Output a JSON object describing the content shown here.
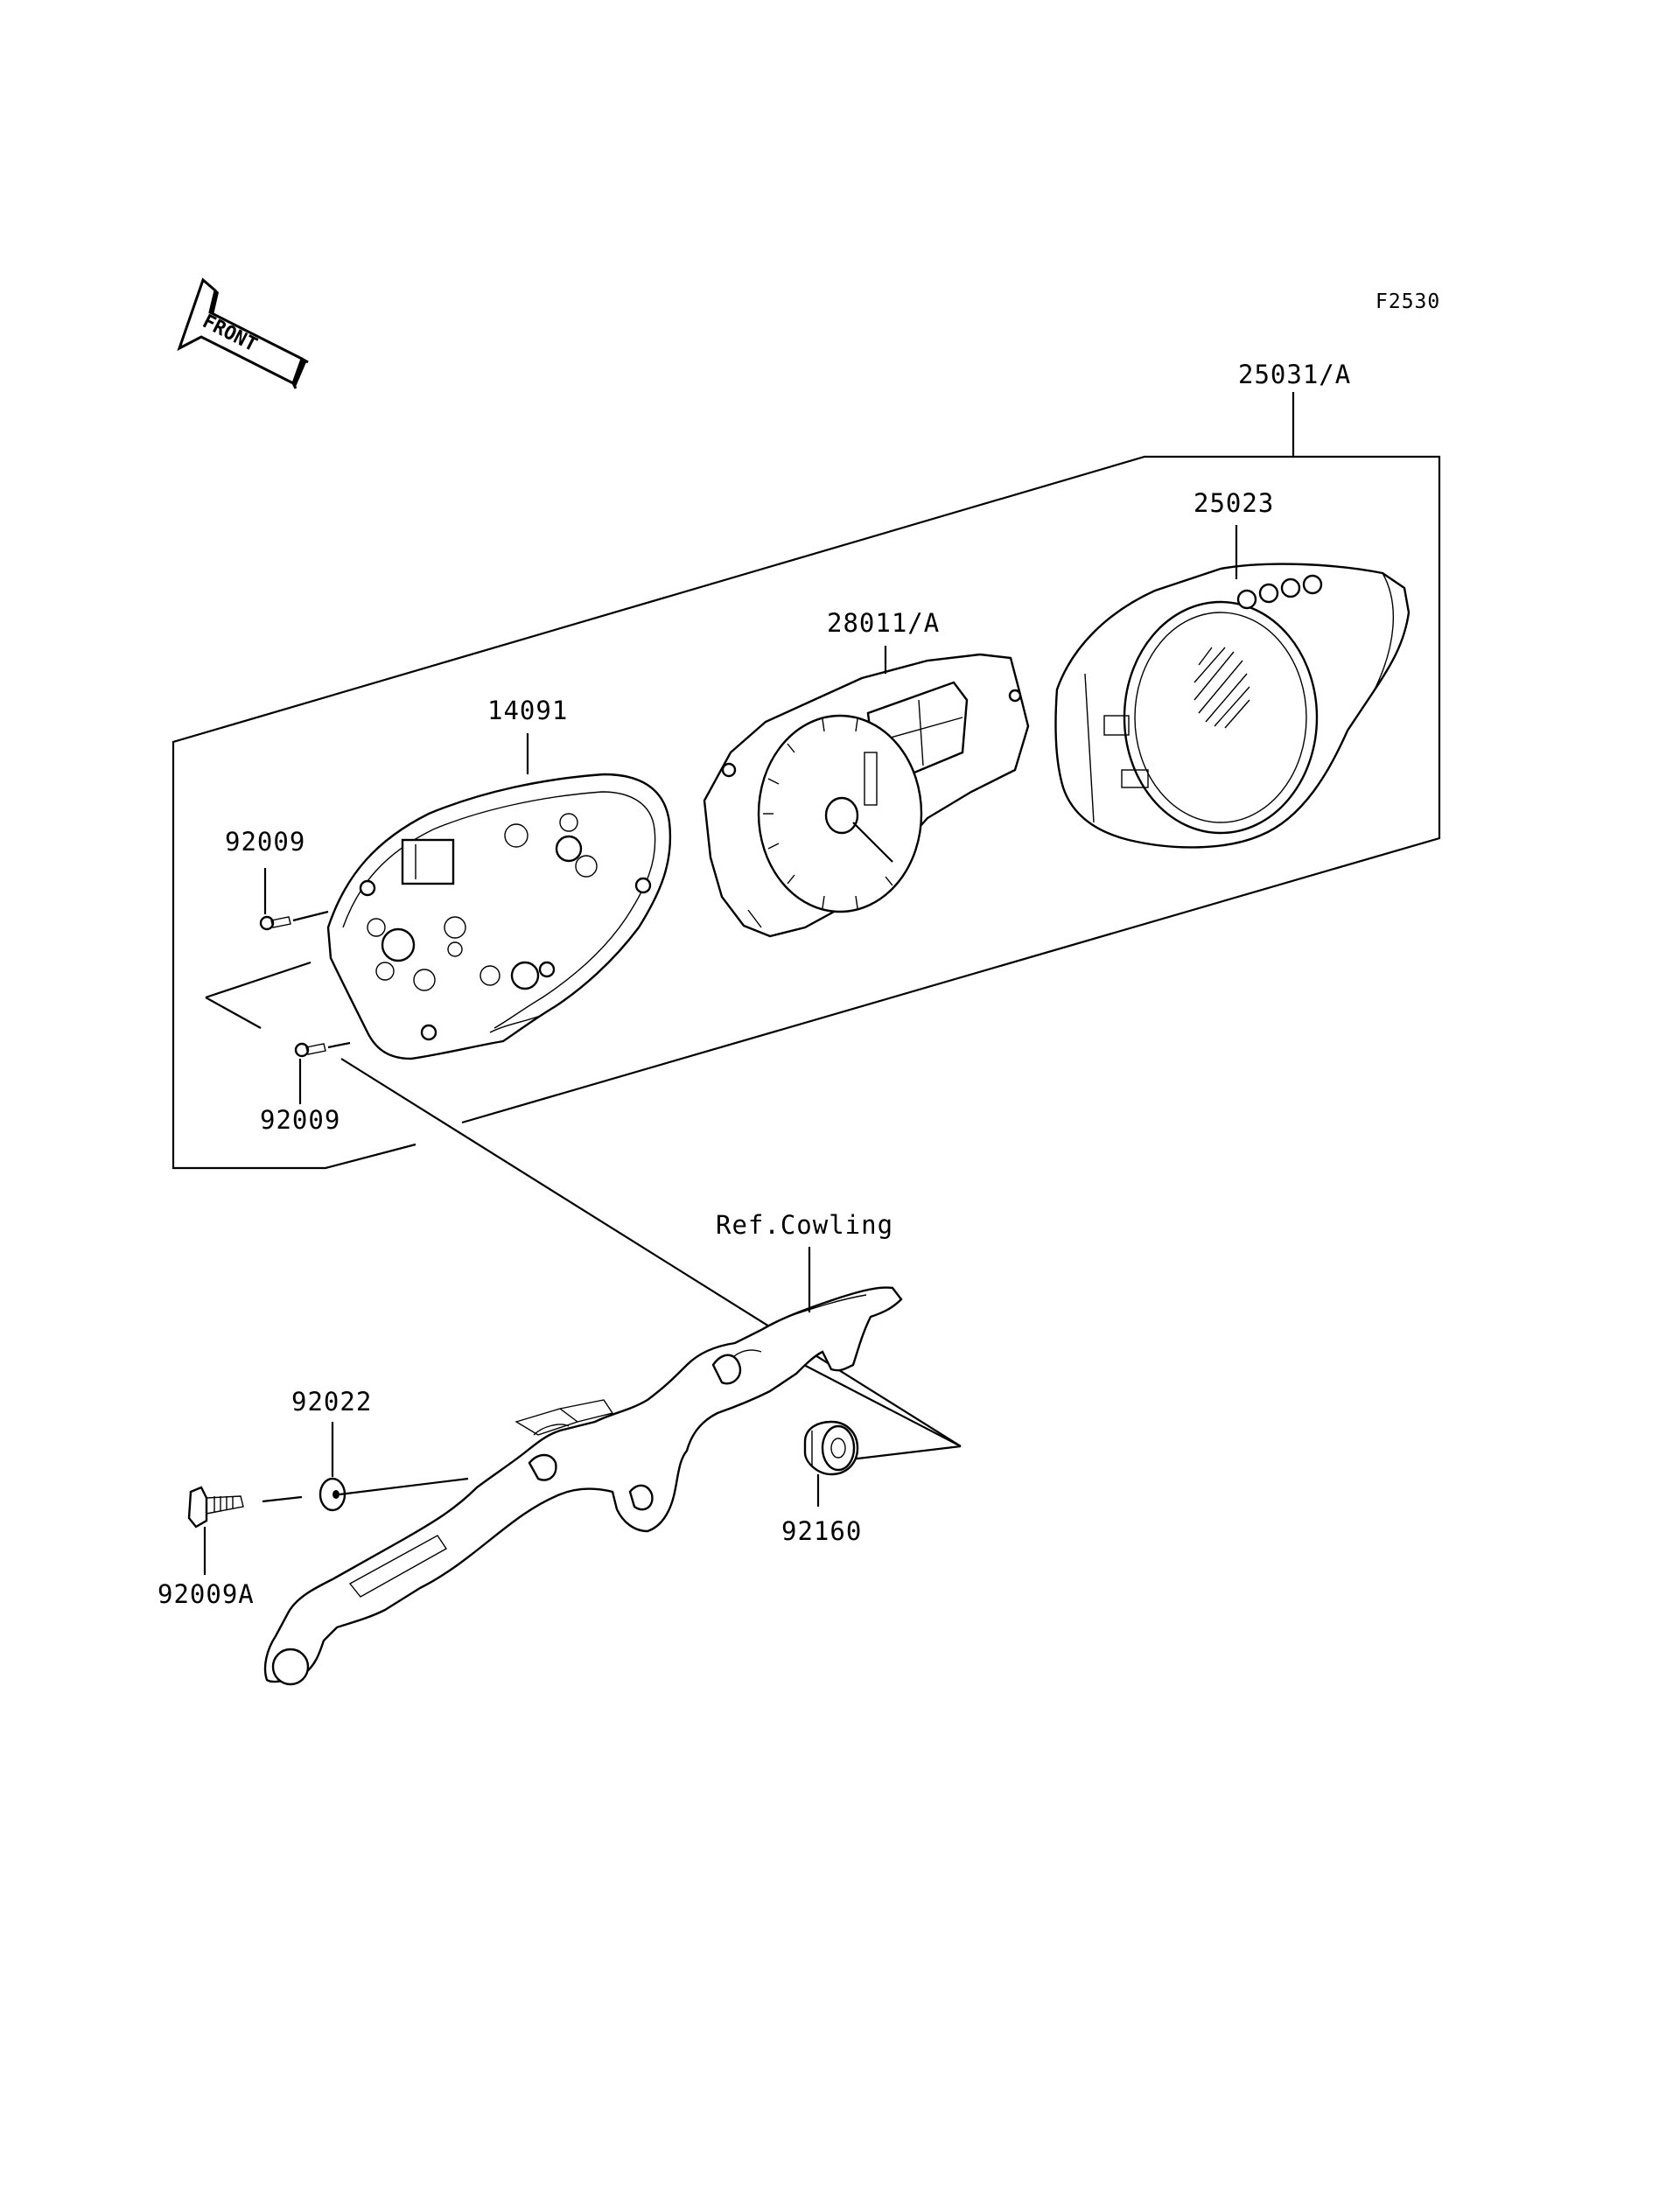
{
  "diagram_code": "F2530",
  "front_label": "FRONT",
  "parts": {
    "meter_assembly": "25031/A",
    "cover": "25023",
    "meter_unit": "28011/A",
    "case": "14091",
    "screw_upper": "92009",
    "screw_lower": "92009",
    "reference": "Ref.Cowling",
    "washer": "92022",
    "bolt": "92009A",
    "damper": "92160"
  }
}
